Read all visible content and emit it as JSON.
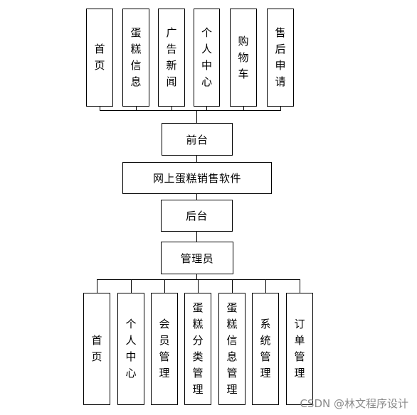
{
  "front_modules": [
    "首页",
    "蛋糕信息",
    "广告新闻",
    "个人中心",
    "购物车",
    "售后申请"
  ],
  "front_label": "前台",
  "system_name": "网上蛋糕销售软件",
  "back_label": "后台",
  "admin_label": "管理员",
  "admin_modules": [
    "首页",
    "个人中心",
    "会员管理",
    "蛋糕分类管理",
    "蛋糕信息管理",
    "系统管理",
    "订单管理"
  ],
  "watermark": "CSDN @林文程序设计"
}
